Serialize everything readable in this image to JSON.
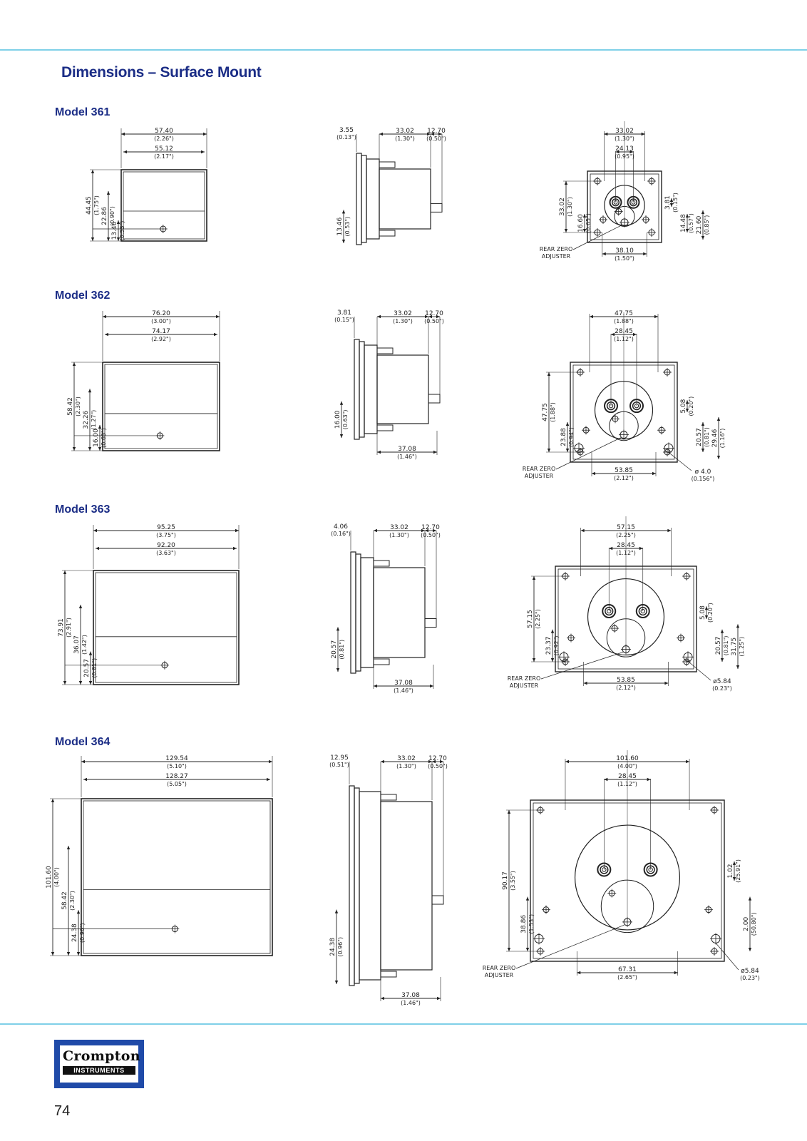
{
  "page": {
    "title": "Dimensions – Surface Mount",
    "number": "74",
    "accent_color": "#1b2d86",
    "rule_color": "#7fd0e8"
  },
  "logo": {
    "word": "Crompton",
    "sub": "INSTRUMENTS",
    "frame_color": "#1f4aa8"
  },
  "shared": {
    "rear_zero_1": "REAR ZERO",
    "rear_zero_2": "ADJUSTER"
  },
  "models": [
    {
      "label": "Model 361",
      "front": {
        "outer_w": "57.40",
        "outer_w_in": "(2.26\")",
        "inner_w": "55.12",
        "inner_w_in": "(2.17\")",
        "h": "44.45",
        "h_in": "(1.75\")",
        "mid_h": "22.86",
        "mid_h_in": "(0.90\")",
        "low_h": "13.46",
        "low_h_in": "(0.53\")"
      },
      "side": {
        "bezel": "3.55",
        "bezel_in": "(0.13\")",
        "body": "33.02",
        "body_in": "(1.30\")",
        "stud": "12.70",
        "stud_in": "(0.50\")",
        "low": "13.46",
        "low_in": "(0.53\")"
      },
      "rear": {
        "top_w": "33.02",
        "top_w_in": "(1.30\")",
        "stud_w": "24.13",
        "stud_w_in": "(0.95\")",
        "left_h": "33.02",
        "left_h_in": "(1.30\")",
        "left_mid": "16.60",
        "left_mid_in": "(0.65\")",
        "r_small": "3.81",
        "r_small_in": "(0.15\")",
        "r_mid": "14.48",
        "r_mid_in": "(0.57\")",
        "r_big": "21.60",
        "r_big_in": "(0.85\")",
        "bottom_w": "38.10",
        "bottom_w_in": "(1.50\")"
      }
    },
    {
      "label": "Model 362",
      "front": {
        "outer_w": "76.20",
        "outer_w_in": "(3.00\")",
        "inner_w": "74.17",
        "inner_w_in": "(2.92\")",
        "h": "58.42",
        "h_in": "(2.30\")",
        "mid_h": "32.26",
        "mid_h_in": "(1.27\")",
        "low_h": "16.00",
        "low_h_in": "(0.63\")"
      },
      "side": {
        "bezel": "3.81",
        "bezel_in": "(0.15\")",
        "body": "33.02",
        "body_in": "(1.30\")",
        "stud": "12.70",
        "stud_in": "(0.50\")",
        "low": "16.00",
        "low_in": "(0.63\")",
        "depth": "37.08",
        "depth_in": "(1.46\")"
      },
      "rear": {
        "top_w": "47.75",
        "top_w_in": "(1.88\")",
        "stud_w": "28.45",
        "stud_w_in": "(1.12\")",
        "left_h": "47.75",
        "left_h_in": "(1.88\")",
        "left_mid": "23.88",
        "left_mid_in": "(0.94\")",
        "r_small": "5.08",
        "r_small_in": "(0.20\")",
        "r_mid": "20.57",
        "r_mid_in": "(0.81\")",
        "r_big": "29.46",
        "r_big_in": "(1.16\")",
        "bottom_w": "53.85",
        "bottom_w_in": "(2.12\")",
        "hole": "ø 4.0",
        "hole_in": "(0.156\")"
      }
    },
    {
      "label": "Model 363",
      "front": {
        "outer_w": "95.25",
        "outer_w_in": "(3.75\")",
        "inner_w": "92.20",
        "inner_w_in": "(3.63\")",
        "h": "73.91",
        "h_in": "(2.91\")",
        "mid_h": "36.07",
        "mid_h_in": "(1.42\")",
        "low_h": "20.57",
        "low_h_in": "(0.81\")"
      },
      "side": {
        "bezel": "4.06",
        "bezel_in": "(0.16\")",
        "body": "33.02",
        "body_in": "(1.30\")",
        "stud": "12.70",
        "stud_in": "(0.50\")",
        "low": "20.57",
        "low_in": "(0.81\")",
        "depth": "37.08",
        "depth_in": "(1.46\")"
      },
      "rear": {
        "top_w": "57.15",
        "top_w_in": "(2.25\")",
        "stud_w": "28.45",
        "stud_w_in": "(1.12\")",
        "left_h": "57.15",
        "left_h_in": "(2.25\")",
        "left_mid": "23.37",
        "left_mid_in": "(0.92\")",
        "r_small": "5.08",
        "r_small_in": "(0.20\")",
        "r_mid": "20.57",
        "r_mid_in": "(0.81\")",
        "r_big": "31.75",
        "r_big_in": "(1.25\")",
        "bottom_w": "53.85",
        "bottom_w_in": "(2.12\")",
        "hole": "ø5.84",
        "hole_in": "(0.23\")"
      }
    },
    {
      "label": "Model 364",
      "front": {
        "outer_w": "129.54",
        "outer_w_in": "(5.10\")",
        "inner_w": "128.27",
        "inner_w_in": "(5.05\")",
        "h": "101.60",
        "h_in": "(4.00\")",
        "mid_h": "58.42",
        "mid_h_in": "(2.30\")",
        "low_h": "24.38",
        "low_h_in": "(0.96\")"
      },
      "side": {
        "bezel": "12.95",
        "bezel_in": "(0.51\")",
        "body": "33.02",
        "body_in": "(1.30\")",
        "stud": "12.70",
        "stud_in": "(0.50\")",
        "low": "24.38",
        "low_in": "(0.96\")",
        "depth": "37.08",
        "depth_in": "(1.46\")"
      },
      "rear": {
        "top_w": "101.60",
        "top_w_in": "(4.00\")",
        "stud_w": "28.45",
        "stud_w_in": "(1.12\")",
        "left_h": "90.17",
        "left_h_in": "(3.55\")",
        "left_mid": "38.86",
        "left_mid_in": "(1.53\")",
        "r_small": "1.02",
        "r_small_in": "(25.91\")",
        "r_mid": "2.00",
        "r_mid_in": "(50.80\")",
        "bottom_w": "67.31",
        "bottom_w_in": "(2.65\")",
        "hole": "ø5.84",
        "hole_in": "(0.23\")"
      }
    }
  ]
}
